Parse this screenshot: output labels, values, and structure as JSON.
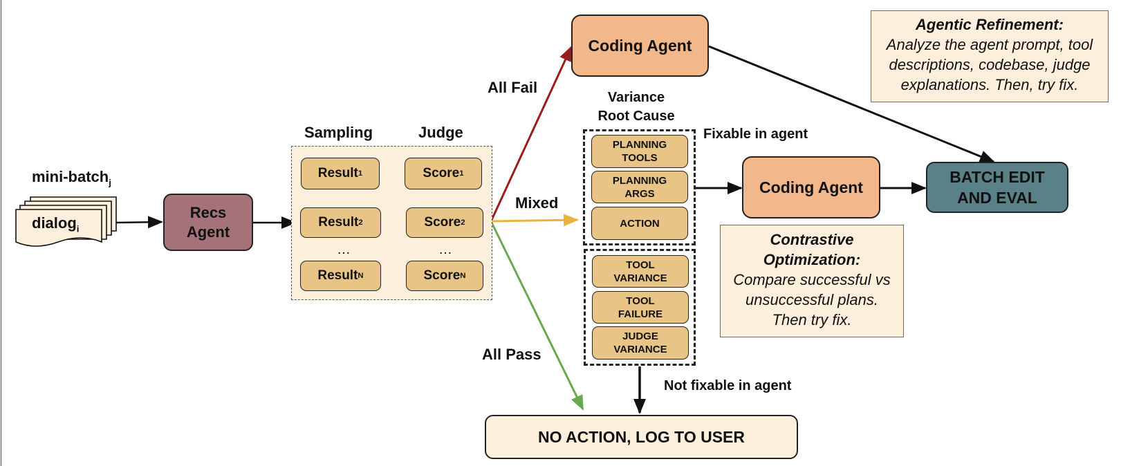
{
  "input": {
    "minibatch": "mini-batch",
    "minibatch_sub": "j",
    "dialog": "dialog",
    "dialog_sub": "i"
  },
  "recs_agent": {
    "line1": "Recs",
    "line2": "Agent"
  },
  "sampling": {
    "header_sampling": "Sampling",
    "header_judge": "Judge",
    "result_label": "Result",
    "score_label": "Score",
    "subs": [
      "1",
      "2",
      "N"
    ],
    "ellipsis": "…"
  },
  "branches": {
    "all_fail": "All Fail",
    "mixed": "Mixed",
    "all_pass": "All Pass"
  },
  "coding_agent_top": "Coding Agent",
  "coding_agent_mid": "Coding Agent",
  "batch_edit": {
    "line1": "BATCH EDIT",
    "line2": "AND EVAL"
  },
  "variance": {
    "title_line1": "Variance",
    "title_line2": "Root Cause",
    "fixable": "Fixable in agent",
    "not_fixable": "Not fixable in agent",
    "fixable_items": [
      {
        "l1": "PLANNING",
        "l2": "TOOLS"
      },
      {
        "l1": "PLANNING",
        "l2": "ARGS"
      },
      {
        "l1": "ACTION",
        "l2": ""
      }
    ],
    "unfixable_items": [
      {
        "l1": "TOOL",
        "l2": "VARIANCE"
      },
      {
        "l1": "TOOL",
        "l2": "FAILURE"
      },
      {
        "l1": "JUDGE",
        "l2": "VARIANCE"
      }
    ]
  },
  "no_action": "NO ACTION, LOG TO USER",
  "agentic_note": {
    "title": "Agentic Refinement:",
    "lines": [
      "Analyze the agent prompt, tool",
      "descriptions, codebase, judge",
      "explanations. Then, try fix."
    ]
  },
  "contrastive_note": {
    "title1": "Contrastive",
    "title2": "Optimization:",
    "lines": [
      "Compare successful vs",
      "unsuccessful plans.",
      "Then try fix."
    ]
  },
  "colors": {
    "fail": "#9b1c1c",
    "mixed": "#e8b33c",
    "pass": "#6aa84f",
    "recs": "#a5727a",
    "coding": "#f2b78b",
    "batch": "#5a8088",
    "tan": "#e8c487",
    "note": "#fcefdc"
  }
}
